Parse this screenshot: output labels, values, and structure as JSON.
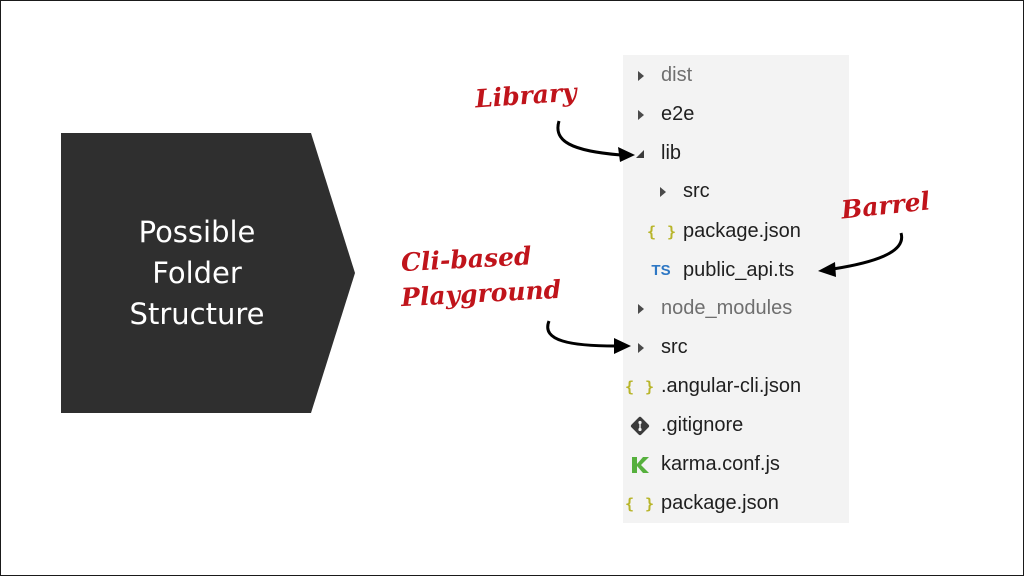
{
  "slide": {
    "title_lines": [
      "Possible",
      "Folder",
      "Structure"
    ],
    "colors": {
      "pentagon": "#2f2f2f",
      "annotation": "#c0141b",
      "explorer_bg": "#f3f3f3"
    }
  },
  "explorer": {
    "items": [
      {
        "label": "dist",
        "icon": "caret-right-icon",
        "faded": true
      },
      {
        "label": "e2e",
        "icon": "caret-right-icon",
        "faded": false
      },
      {
        "label": "lib",
        "icon": "caret-down-icon",
        "faded": false
      },
      {
        "label": "src",
        "icon": "caret-right-icon",
        "faded": false
      },
      {
        "label": "package.json",
        "icon": "json-icon",
        "icon_text": "{ }",
        "faded": false
      },
      {
        "label": "public_api.ts",
        "icon": "typescript-icon",
        "icon_text": "TS",
        "faded": false
      },
      {
        "label": "node_modules",
        "icon": "caret-right-icon",
        "faded": true
      },
      {
        "label": "src",
        "icon": "caret-right-icon",
        "faded": false
      },
      {
        "label": ".angular-cli.json",
        "icon": "json-icon",
        "icon_text": "{ }",
        "faded": false
      },
      {
        "label": ".gitignore",
        "icon": "git-icon",
        "faded": false
      },
      {
        "label": "karma.conf.js",
        "icon": "karma-icon",
        "faded": false
      },
      {
        "label": "package.json",
        "icon": "json-icon",
        "icon_text": "{ }",
        "faded": false
      }
    ]
  },
  "annotations": {
    "library": "Library",
    "barrel": "Barrel",
    "playground_lines": [
      "Cli-based",
      "Playground"
    ]
  }
}
